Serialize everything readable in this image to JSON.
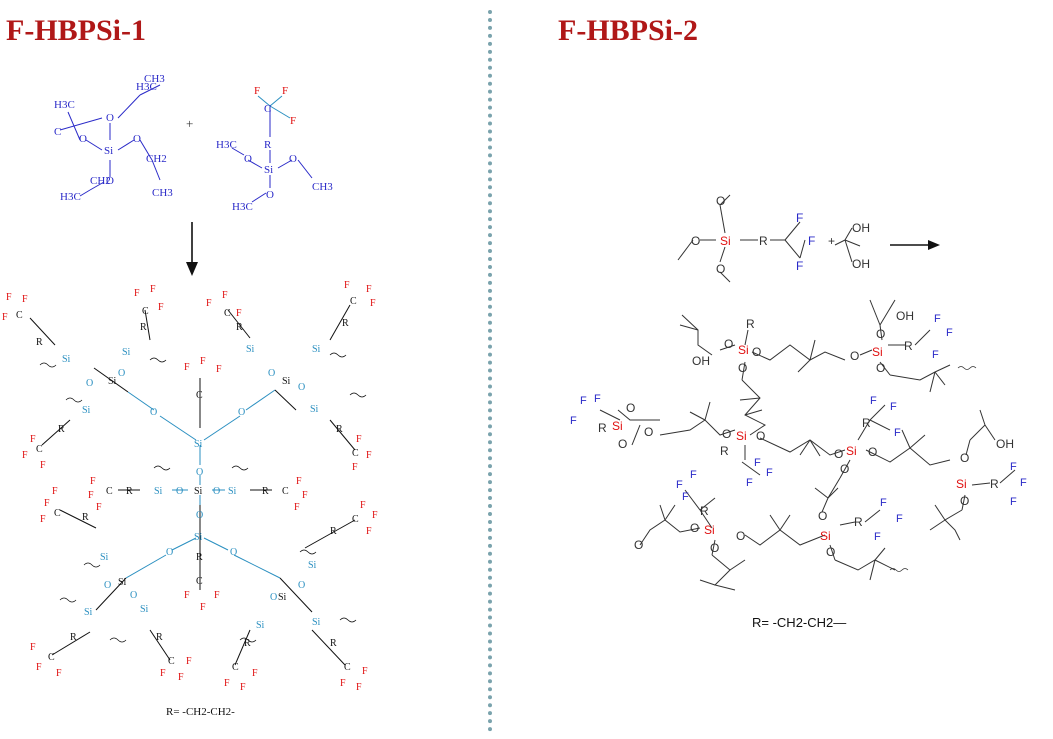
{
  "titles": {
    "left": "F-HBPSi-1",
    "right": "F-HBPSi-2"
  },
  "labels": {
    "plus": "+",
    "si": "Si",
    "o": "O",
    "r": "R",
    "c": "C",
    "f": "F",
    "oh": "OH",
    "h3c": "H3C",
    "ch3": "CH3",
    "ch2": "CH2",
    "cal": "C",
    "alk_c": "C"
  },
  "r_definitions": {
    "left": "R= -CH2-CH2-",
    "right": "R= -CH2-CH2—"
  },
  "colors": {
    "title": "#b01818",
    "reactant": "#2a2ac8",
    "silicon_blue": "#2a8fc0",
    "fluorine": "#e01010",
    "silicon_red": "#e01010",
    "divider": "#7aa3ad"
  }
}
